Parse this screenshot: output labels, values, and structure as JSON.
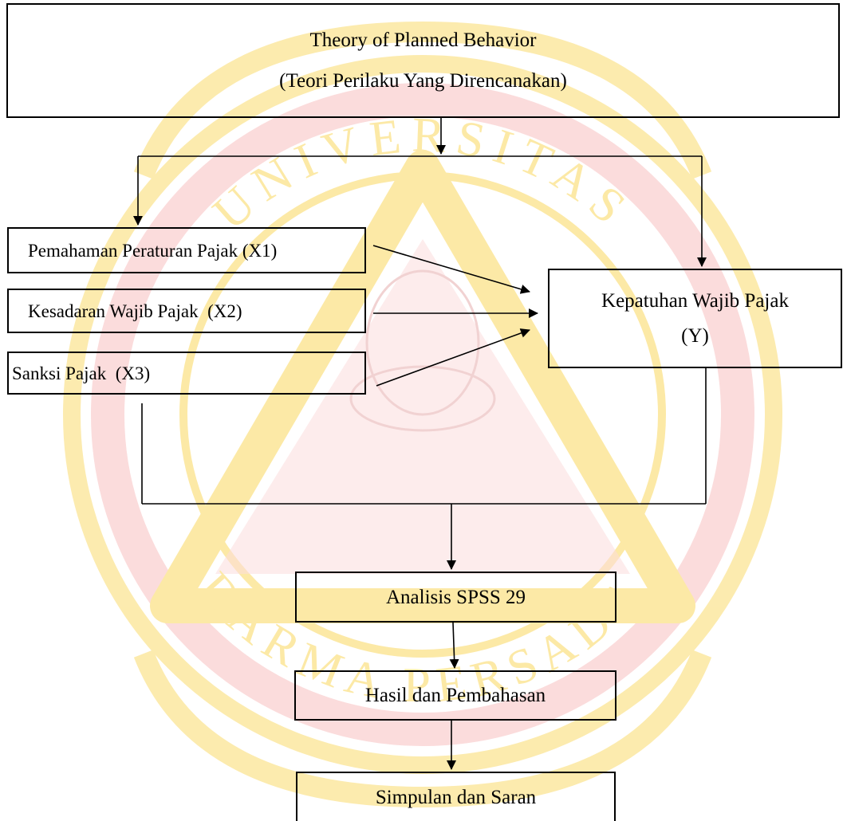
{
  "diagram": {
    "theory": {
      "line1": "Theory of Planned Behavior",
      "line2": "(Teori Perilaku Yang Direncanakan)"
    },
    "variables": {
      "x1": "Pemahaman Peraturan Pajak (X1)",
      "x2": "Kesadaran Wajib Pajak  (X2)",
      "x3": "Sanksi Pajak  (X3)"
    },
    "dependent": {
      "line1": "Kepatuhan Wajib Pajak",
      "line2": "(Y)"
    },
    "steps": {
      "analysis": "Analisis SPSS 29",
      "results": "Hasil dan Pembahasan",
      "conclusion": "Simpulan dan Saran"
    }
  },
  "watermark": {
    "text_top": "UNIVERSITAS",
    "text_bottom": "DARMA PERSADA",
    "colors": {
      "gold": "#fce9a6",
      "pink": "#fbdcdc",
      "red_tint": "#f7c9c9"
    }
  },
  "colors": {
    "line": "#000000",
    "background": "#ffffff"
  }
}
